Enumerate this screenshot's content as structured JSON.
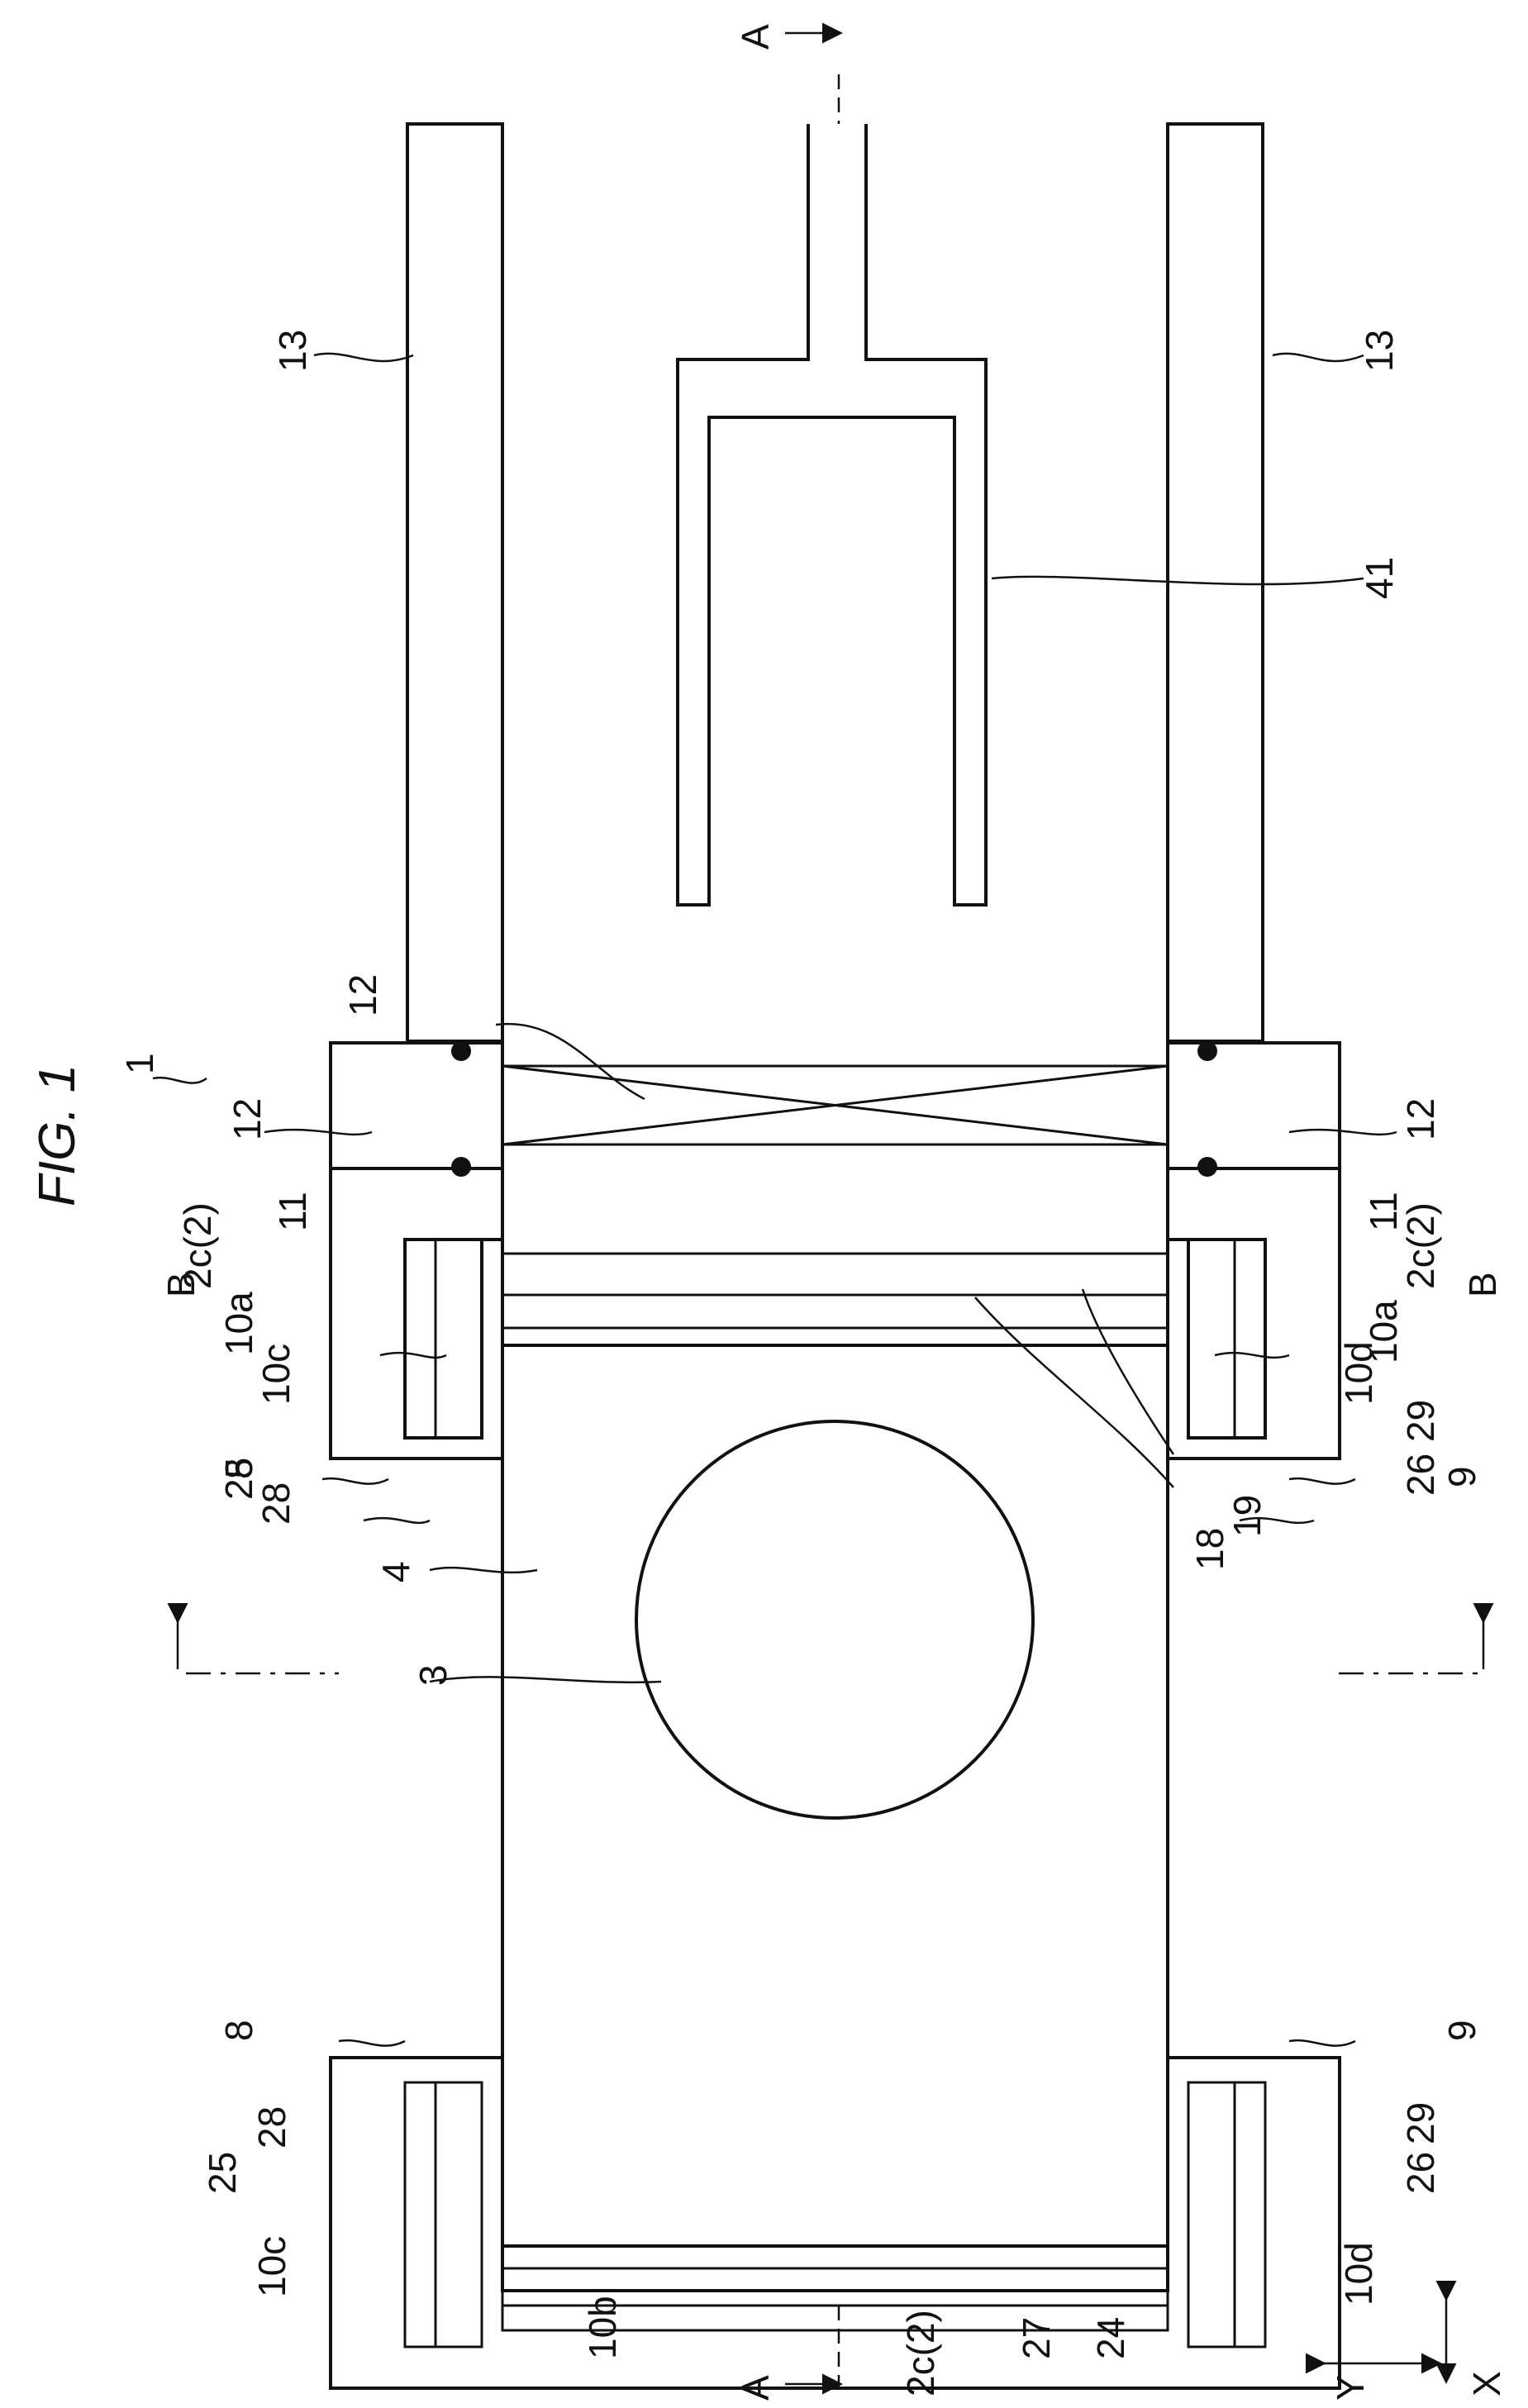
{
  "figure": {
    "title": "FIG. 1"
  },
  "reference_numerals": [
    "1",
    "2c(2)",
    "3",
    "4",
    "8",
    "9",
    "10a",
    "10b",
    "10c",
    "10d",
    "11",
    "12",
    "13",
    "18",
    "19",
    "24",
    "25",
    "26",
    "27",
    "28",
    "29",
    "41"
  ],
  "section_markers": {
    "a_top": "A",
    "a_bottom": "A",
    "b_left": "B",
    "b_right": "B"
  },
  "axes": {
    "x": "X",
    "y": "Y"
  },
  "labels": {
    "n1": "1",
    "n12_top_center": "12",
    "n12_left": "12",
    "n12_right": "12",
    "n13_left": "13",
    "n13_right": "13",
    "n41": "41",
    "n2c_left_top": "2c(2)",
    "n2c_right_top": "2c(2)",
    "n2c_bottom": "2c(2)",
    "n11_left": "11",
    "n11_right": "11",
    "n10a_left": "10a",
    "n10a_right": "10a",
    "n10c_top": "10c",
    "n10c_bottom": "10c",
    "n10d_top": "10d",
    "n10d_bottom": "10d",
    "n10b": "10b",
    "n25_top": "25",
    "n25_bottom": "25",
    "n26_top": "26",
    "n26_bottom": "26",
    "n28_top": "28",
    "n28_bottom": "28",
    "n29_top": "29",
    "n29_bottom": "29",
    "n8_top": "8",
    "n8_bottom": "8",
    "n9_top": "9",
    "n9_bottom": "9",
    "n4": "4",
    "n3": "3",
    "n18": "18",
    "n19": "19",
    "n24": "24",
    "n27": "27"
  }
}
